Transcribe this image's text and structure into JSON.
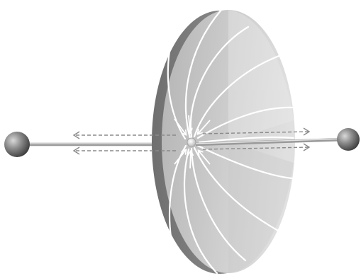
{
  "diagram": {
    "elements": {
      "left_sphere": "sphere",
      "right_sphere": "sphere",
      "axis_rod": "rod",
      "disk": "disk",
      "center_point": "point",
      "field_lines": "field-lines",
      "inward_arrows": "arrows",
      "dashed_arrows": "dashed-arrows"
    },
    "colors": {
      "disk_face_light": "#d8d8d8",
      "disk_face_mid": "#b5b5b5",
      "disk_face_dark": "#8e8e8e",
      "disk_rim": "#7a7a7a",
      "rod": "#bdbdbd",
      "sphere_light": "#bfbfbf",
      "sphere_dark": "#4a4a4a",
      "lines": "#ffffff",
      "dashed": "#8a8a8a"
    }
  }
}
